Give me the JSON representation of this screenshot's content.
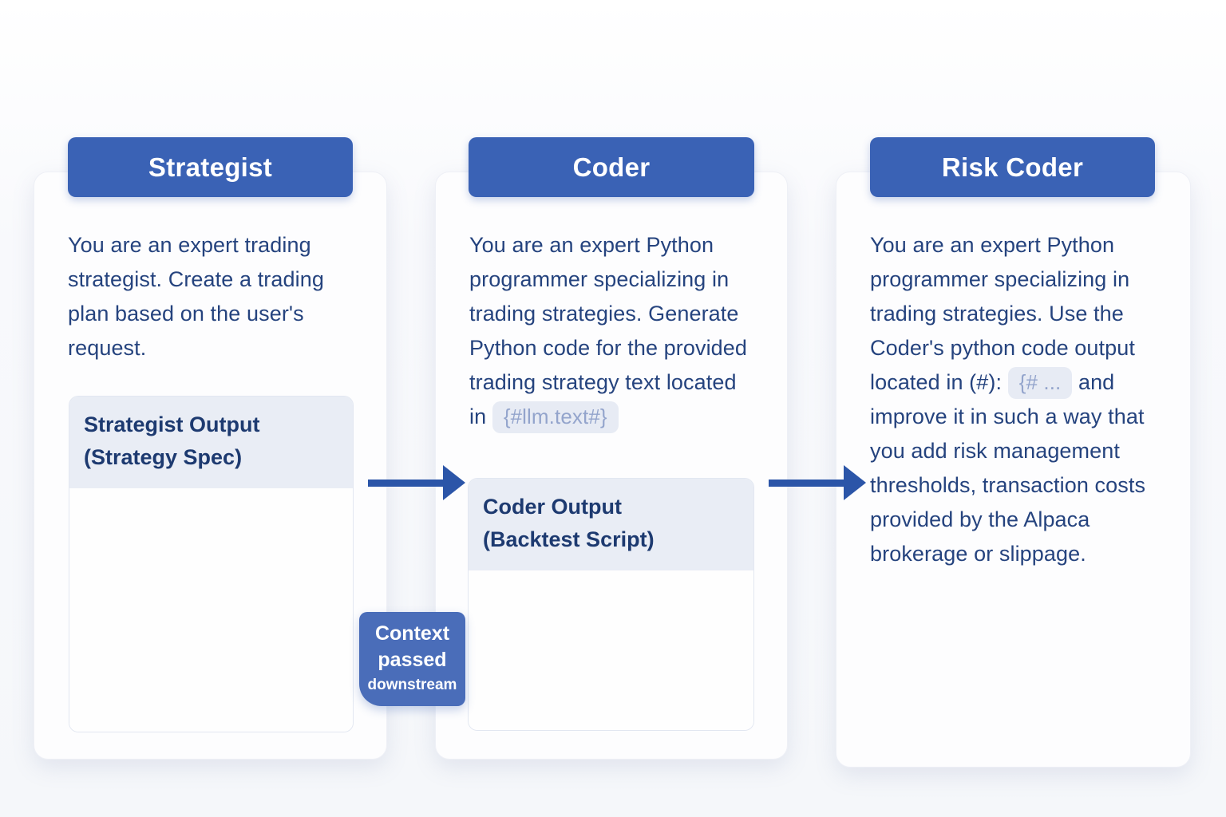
{
  "diagram": {
    "agents": [
      {
        "title": "Strategist",
        "prompt": "You are an expert trading strategist. Create a trading plan based on the user's request.",
        "output_title": "Strategist Output",
        "output_subtitle": "(Strategy Spec)"
      },
      {
        "title": "Coder",
        "prompt_before_chip": "You are an expert Python programmer specializing in trading strategies. Generate Python code for the provided trading strategy text located in",
        "variable_chip": "{#llm.text#}",
        "output_title": "Coder Output",
        "output_subtitle": "(Backtest Script)"
      },
      {
        "title": "Risk Coder",
        "prompt_before_chip": "You are an expert Python programmer specializing in trading strategies. Use the Coder's python code output located in (#):",
        "variable_chip": "{# ...",
        "prompt_after_chip": "and improve it in such a way that you add risk management thresholds, transaction costs provided by the Alpaca brokerage or slippage."
      }
    ],
    "connector_label": {
      "line1": "Context",
      "line2": "passed",
      "line3": "downstream"
    },
    "colors": {
      "header_blue": "#3a62b5",
      "arrow_blue": "#2b55a8",
      "label_blue": "#4a6db9",
      "body_text_navy": "#25437e",
      "output_header_bg": "#e9edf5",
      "chip_bg": "#e7ebf4",
      "chip_text": "#93a4cc",
      "page_bg": "#f5f7fa"
    }
  }
}
